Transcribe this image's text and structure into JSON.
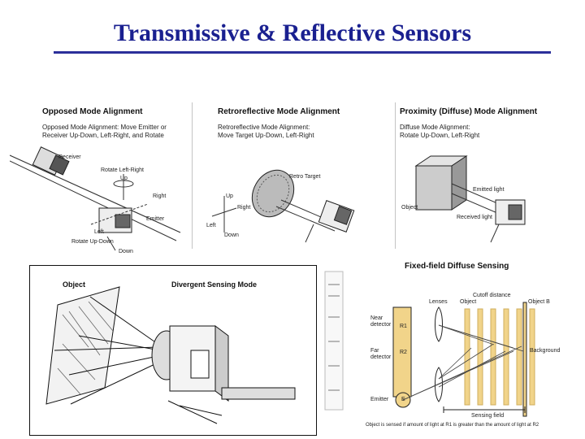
{
  "title": "Transmissive & Reflective Sensors",
  "opposed": {
    "title": "Opposed Mode Alignment",
    "desc_line1": "Opposed Mode Alignment: Move Emitter or",
    "desc_line2": "Receiver Up-Down, Left-Right, and Rotate",
    "receiver": "Receiver",
    "rotate_lr": "Rotate Left-Right",
    "up": "Up",
    "right": "Right",
    "emitter": "Emitter",
    "left": "Left",
    "rotate_ud": "Rotate Up-Down",
    "down": "Down"
  },
  "retro": {
    "title": "Retroreflective Mode Alignment",
    "desc_line1": "Retroreflective Mode Alignment:",
    "desc_line2": "Move Target Up-Down, Left-Right",
    "target": "Retro Target",
    "up": "Up",
    "right": "Right",
    "left": "Left",
    "down": "Down"
  },
  "proximity": {
    "title": "Proximity (Diffuse) Mode Alignment",
    "desc_line1": "Diffuse Mode Alignment:",
    "desc_line2": "Rotate Up-Down, Left-Right",
    "emitted": "Emitted light",
    "object": "Object",
    "received": "Received light"
  },
  "divergent": {
    "object": "Object",
    "mode": "Divergent Sensing Mode"
  },
  "fixed": {
    "title": "Fixed-field Diffuse Sensing",
    "object_top": "Object",
    "cutoff": "Cutoff distance",
    "object_b": "Object B",
    "lenses": "Lenses",
    "near": "Near",
    "detector": "detector",
    "far": "Far",
    "r1": "R1",
    "r2": "R2",
    "background": "Background",
    "emitter": "Emitter",
    "e": "E",
    "sensing_field": "Sensing field",
    "caption": "Object is sensed if amount of light at R1 is greater than the amount of light at R2"
  }
}
